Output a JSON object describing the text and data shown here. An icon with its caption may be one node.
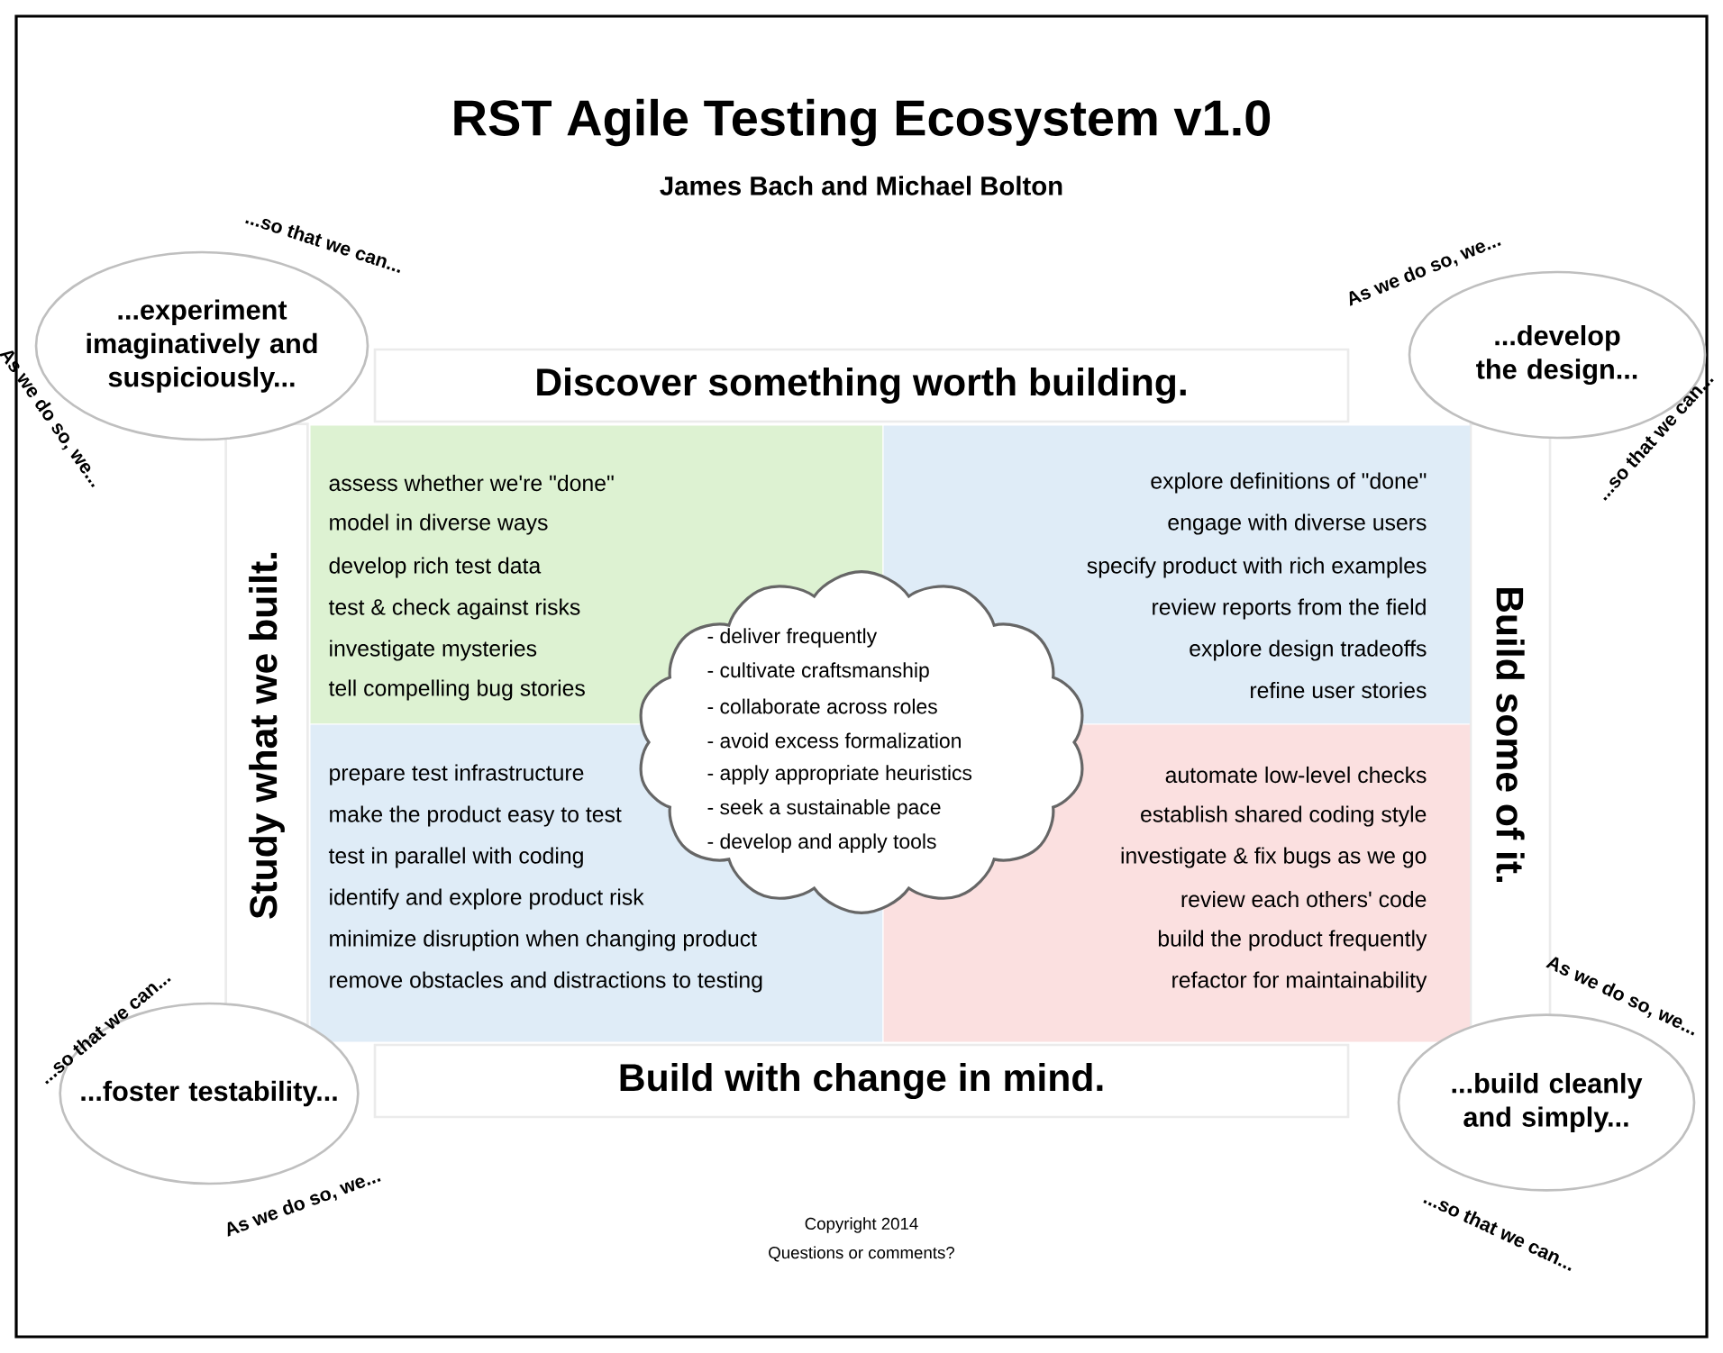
{
  "diagram": {
    "title": "RST Agile Testing Ecosystem v1.0",
    "nodes": [
      {
        "text": [
          "...experiment imaginatively and suspiciously..."
        ]
      },
      {
        "text": [
          "...develop the design..."
        ]
      },
      {
        "text": [
          "...build cleanly and simply..."
        ]
      },
      {
        "text": [
          "...foster testability..."
        ]
      },
      {
        "text": [
          "Discover something worth building."
        ]
      },
      {
        "text": [
          "Build some of it."
        ]
      },
      {
        "text": [
          "Build with change in mind."
        ]
      },
      {
        "text": [
          "Study what we built."
        ]
      },
      {
        "text": [
          "assess whether we're \"done\"",
          "model in diverse ways",
          "develop rich test data",
          "test & check against risks",
          "investigate mysteries",
          "tell compelling bug stories"
        ]
      },
      {
        "text": [
          "explore definitions of \"done\"",
          "engage with diverse users",
          "specify product with rich examples",
          "review reports from the field",
          "explore design tradeoffs",
          "refine user stories"
        ]
      },
      {
        "text": [
          "automate low-level checks",
          "establish shared coding style",
          "investigate & fix bugs as we go",
          "review each others' code",
          "build the product frequently",
          "refactor for maintainability"
        ]
      },
      {
        "text": [
          "prepare test infrastructure",
          "make the product easy to test",
          "test in parallel with coding",
          "identify and explore product risk",
          "minimize disruption when changing product",
          "remove obstacles and distractions to testing"
        ]
      },
      {
        "text": [
          "- deliver frequently",
          "- cultivate craftsmanship",
          "- collaborate across roles",
          "- avoid excess formalization",
          "- apply appropriate heuristics",
          "- seek a sustainable pace",
          "- develop and apply tools"
        ]
      }
    ],
    "labels": [
      "James Bach and Michael Bolton",
      "...so that we can...",
      "As we do so, we...",
      "As we do so, we...",
      "...so that we can...",
      "...so that we can...",
      "As we do so, we...",
      "As we do so, we...",
      "...so that we can...",
      "Copyright 2014",
      "Questions or comments?"
    ]
  }
}
